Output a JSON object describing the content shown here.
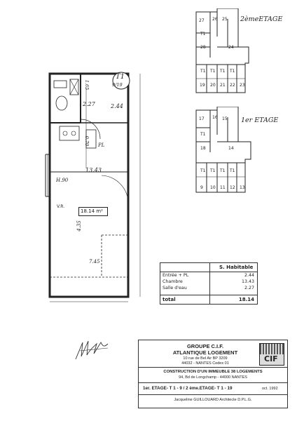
{
  "floor_upper": {
    "label": "2èmeETAGE",
    "units": [
      "27",
      "26",
      "25",
      "28",
      "24",
      "19",
      "20",
      "21",
      "22",
      "23"
    ],
    "t1": "T1"
  },
  "floor_lower": {
    "label": "1er ETAGE",
    "units": [
      "17",
      "16",
      "15",
      "18",
      "14",
      "9",
      "10",
      "11",
      "12",
      "13"
    ],
    "t1": "T1"
  },
  "plan": {
    "unit_tag": "T1",
    "unit_refs": "9/19",
    "dim_bath": "2.27",
    "dim_entry": "2.44",
    "pl_label": "PL",
    "room_area": "13.43",
    "total_area": "18.14 m²",
    "vr_label": "V.R.",
    "h_label": "H.90",
    "dim_length": "4.35",
    "dim_width": "7.45",
    "dim_side": "0.70",
    "dim_top": "1.65"
  },
  "surface_table": {
    "header": "S. Habitable",
    "rows": [
      {
        "label": "Entrée + PL",
        "value": "2.44"
      },
      {
        "label": "Chambre",
        "value": "13.43"
      },
      {
        "label": "Salle d'eau",
        "value": "2.27"
      }
    ],
    "total_label": "total",
    "total_value": "18.14"
  },
  "title_block": {
    "company_1": "GROUPE C.I.F.",
    "company_2": "ATLANTIQUE LOGEMENT",
    "address_1": "10 rue de Bel Air BP 3209",
    "address_2": "44032 - NANTES Cedex 01",
    "project_1": "CONSTRUCTION D'UN IMMEUBLE 38 LOGEMENTS",
    "project_2": "94, Bd de Longchamp - 44000 NANTES",
    "levels": "1er. ETAGE- T 1 - 9  / 2 ème.ETAGE- T 1 - 19",
    "date": "oct. 1992",
    "architect": "Jacqueline GUILLOUARD   Architecte D.P.L.G.",
    "logo_text": "CIF"
  }
}
